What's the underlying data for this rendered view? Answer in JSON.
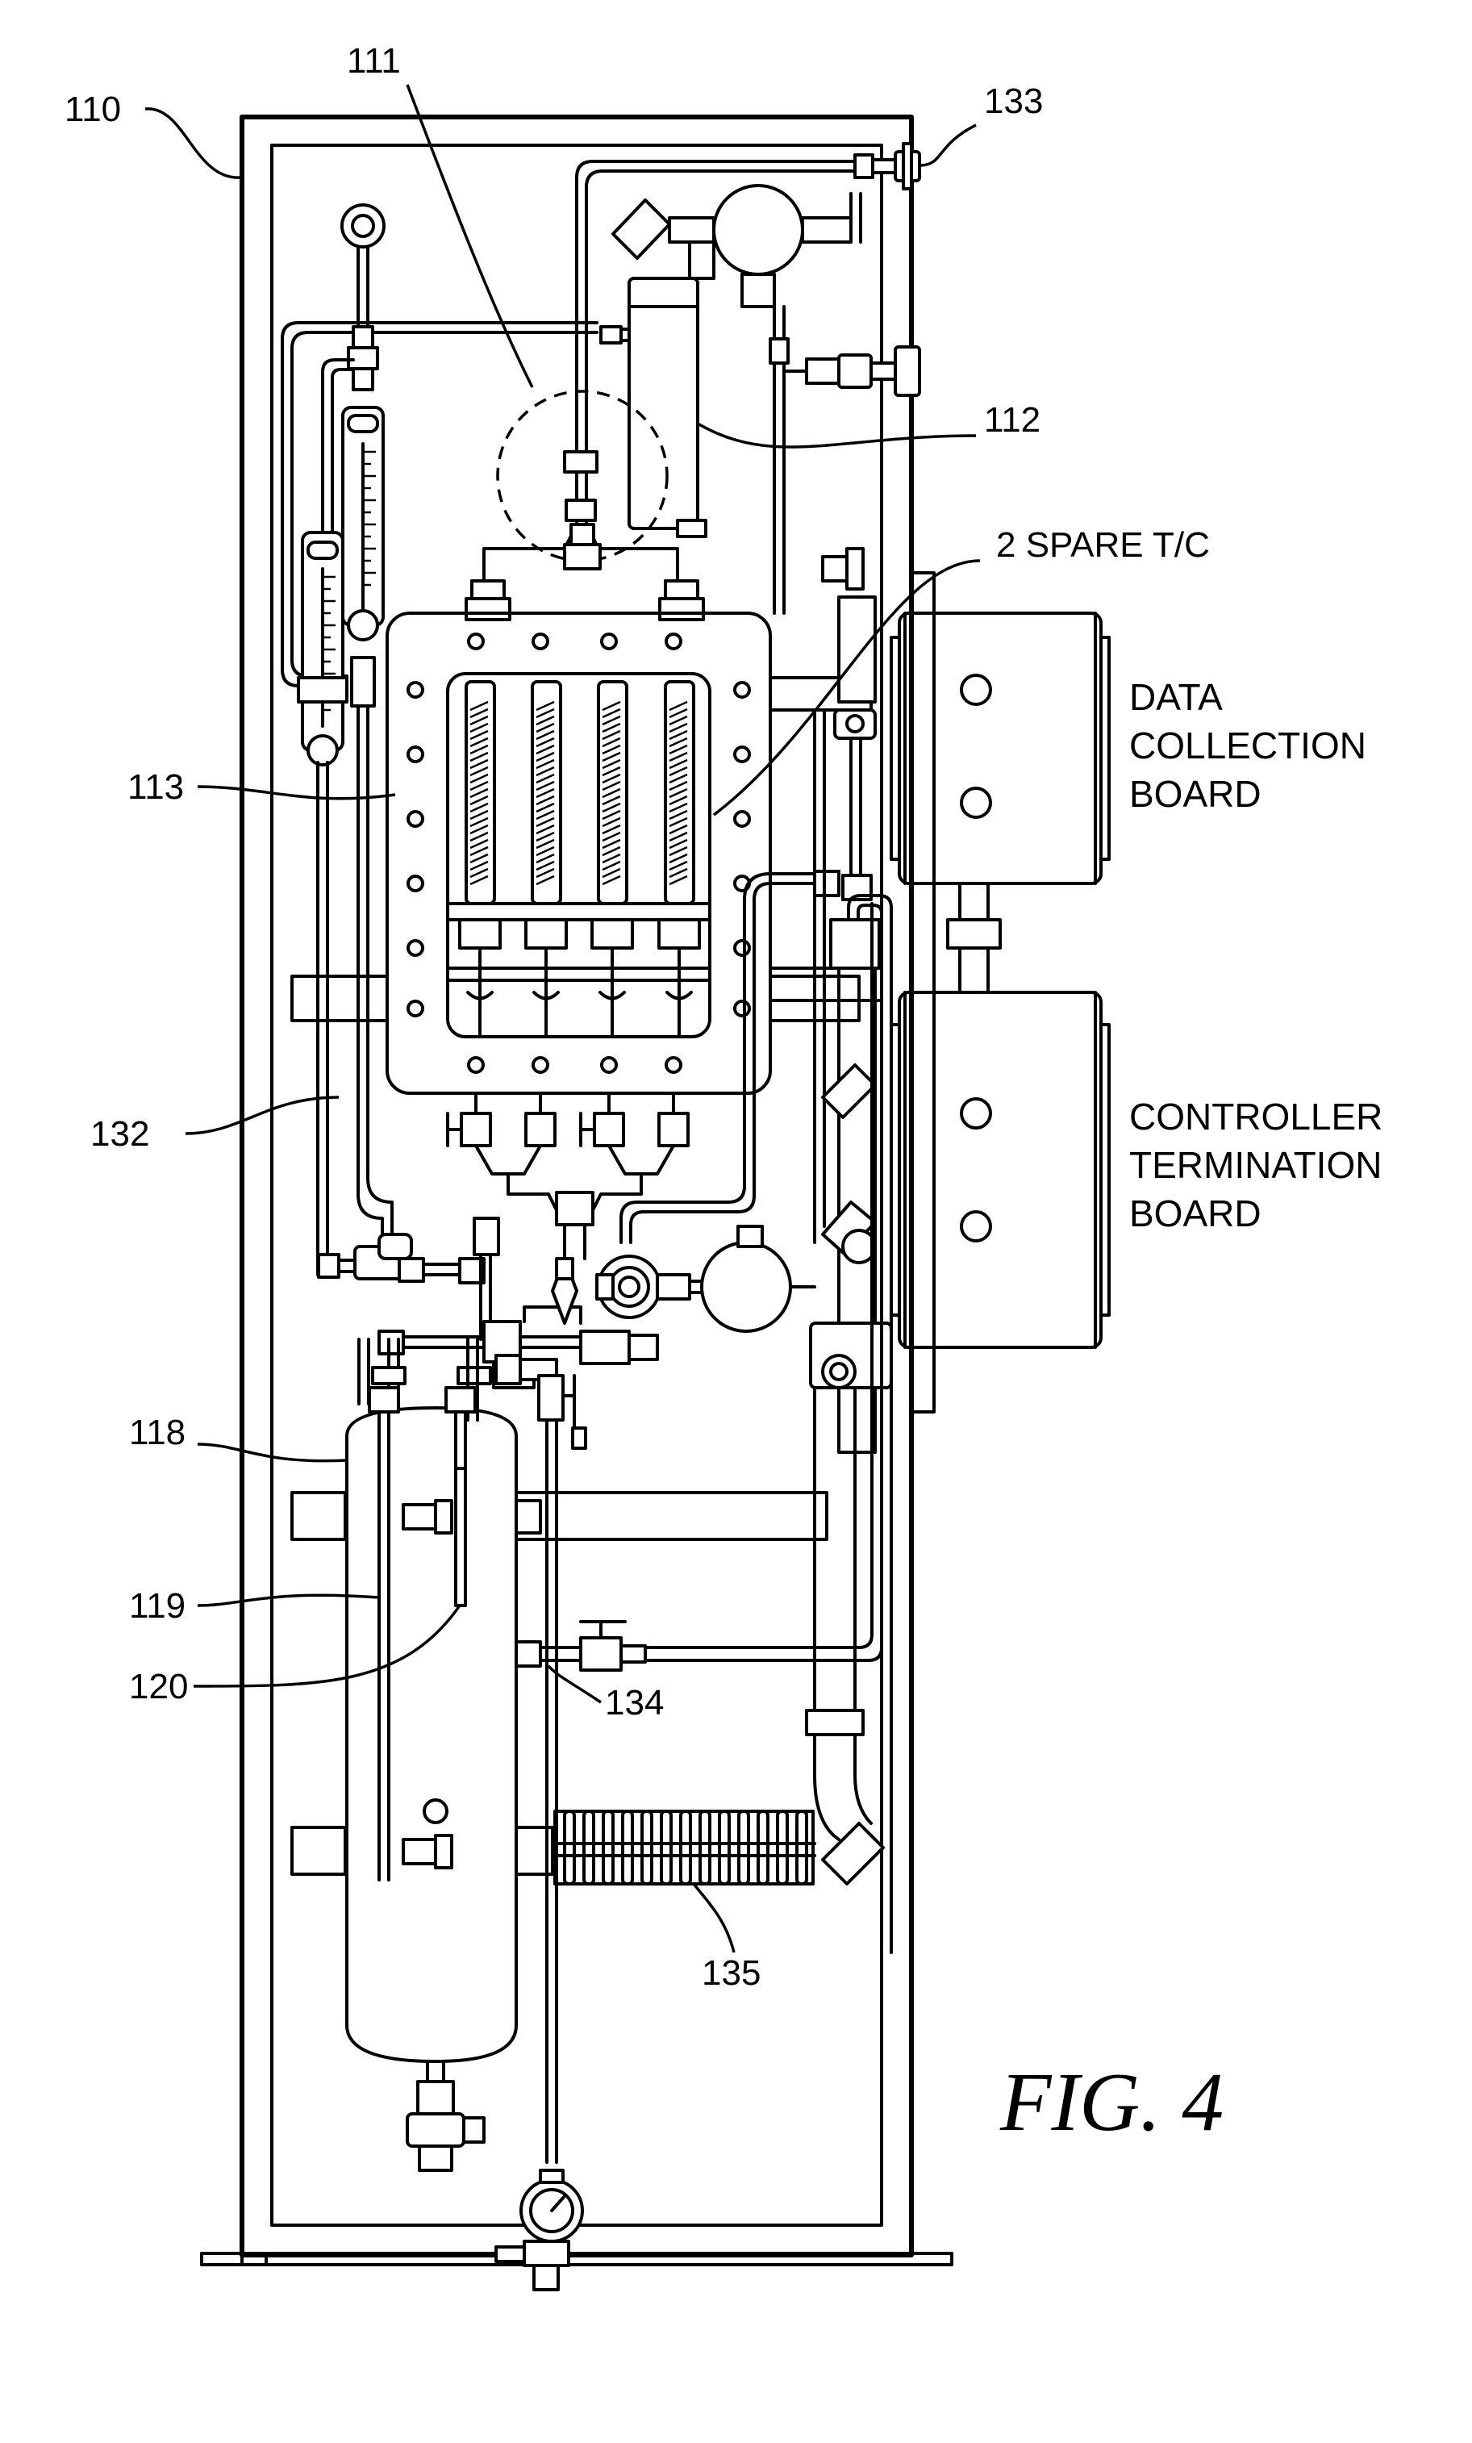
{
  "figure": {
    "caption": "FIG. 4"
  },
  "reference_numerals": {
    "n110": "110",
    "n111": "111",
    "n112": "112",
    "n113": "113",
    "n118": "118",
    "n119": "119",
    "n120": "120",
    "n132": "132",
    "n133": "133",
    "n134": "134",
    "n135": "135"
  },
  "labels": {
    "spare_tc": "2 SPARE T/C",
    "data_collection_board": [
      "DATA",
      "COLLECTION",
      "BOARD"
    ],
    "controller_termination_board": [
      "CONTROLLER",
      "TERMINATION",
      "BOARD"
    ]
  }
}
